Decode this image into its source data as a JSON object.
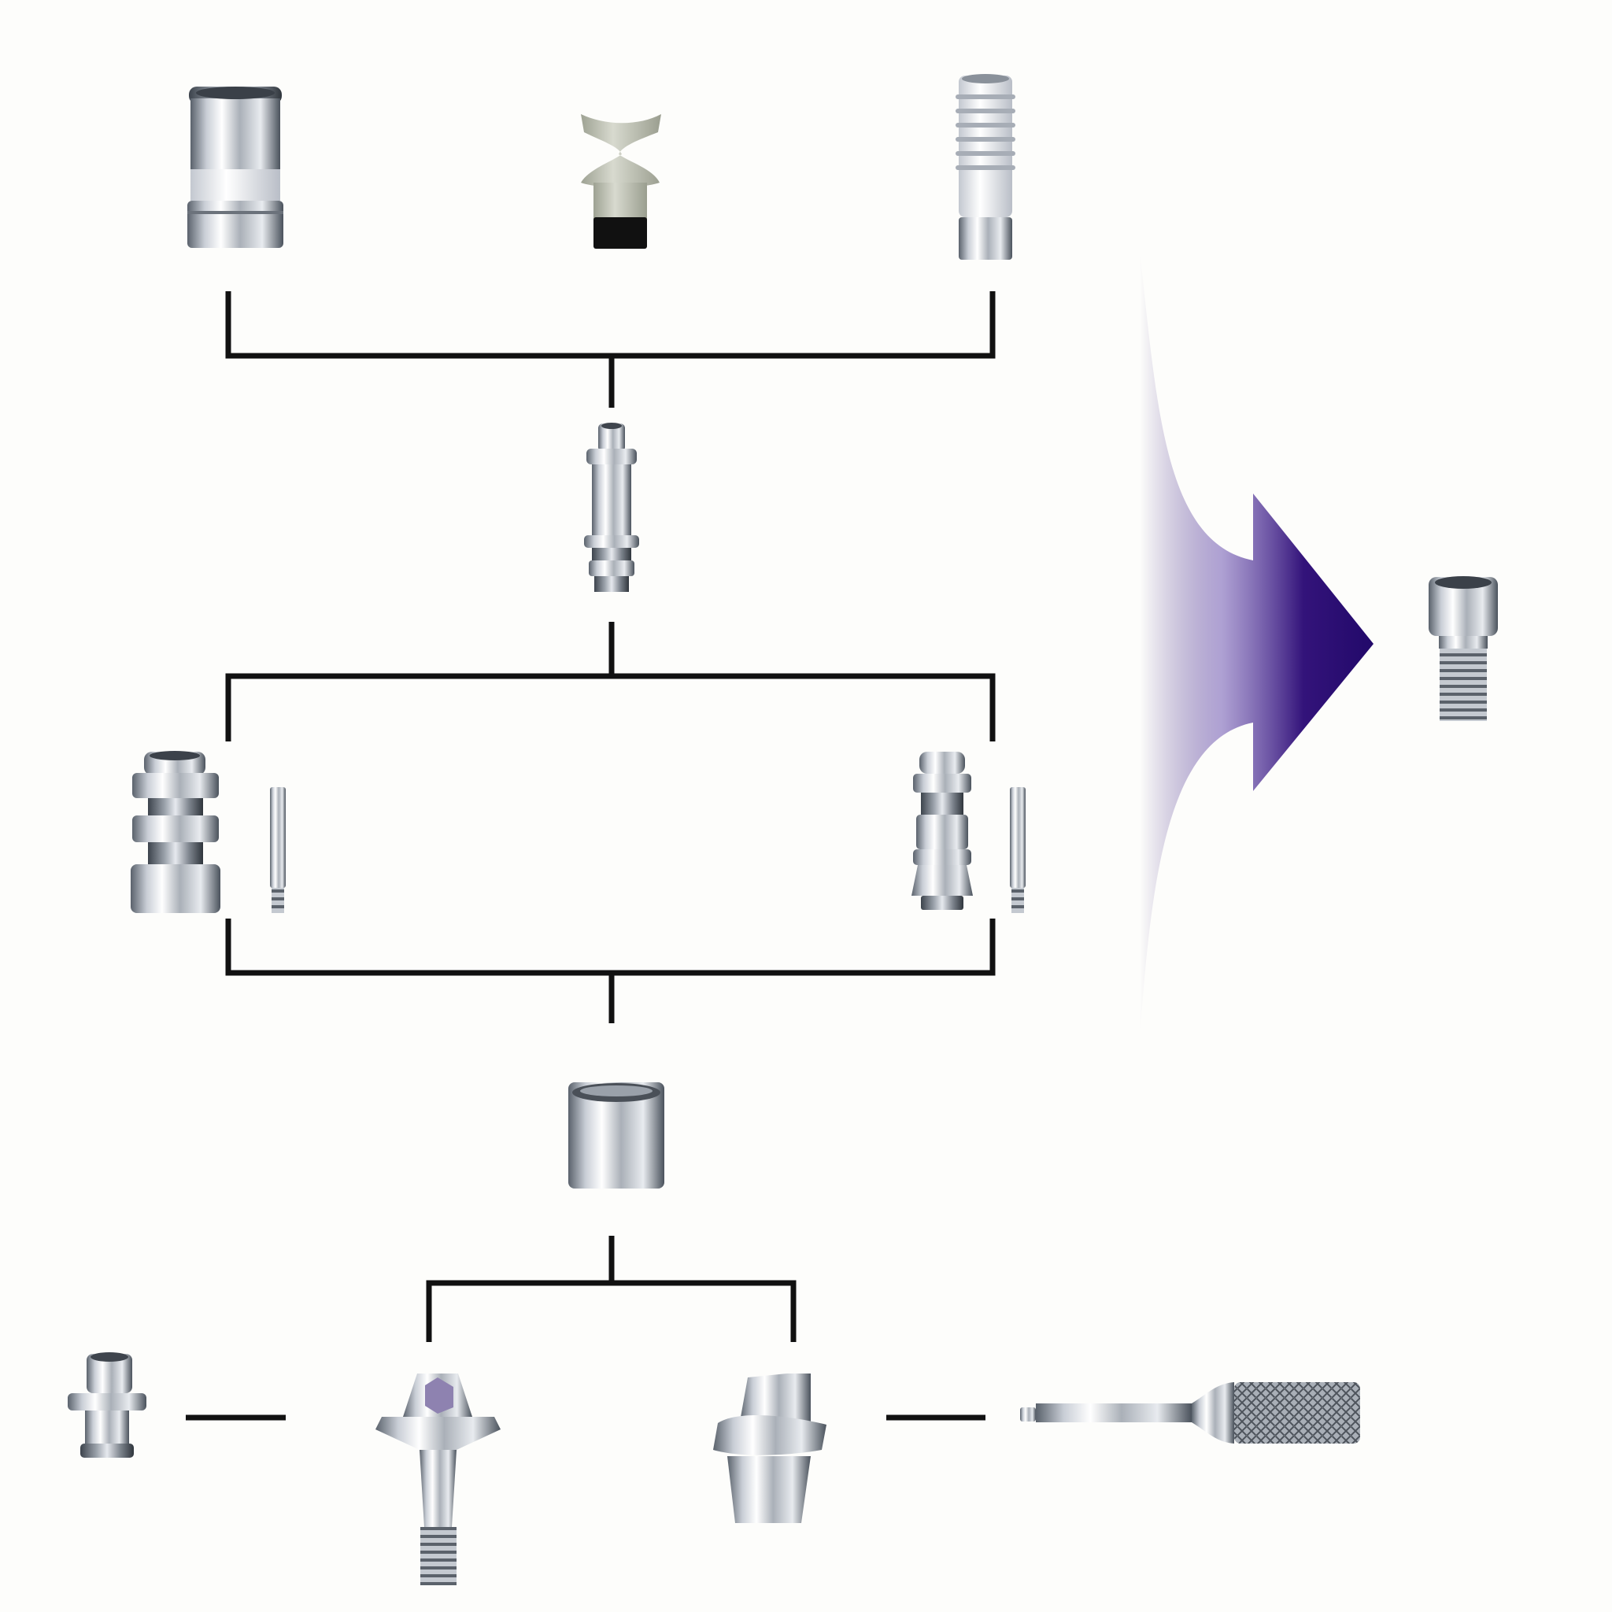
{
  "diagram": {
    "colors": {
      "background": "#fdfdfb",
      "connector": "#111111",
      "arrow": "#2a0f6e",
      "metal_light": "#f4f5f7",
      "metal_dark": "#4d5560",
      "ceramic": "#c9ccbf",
      "polymer": "#e2e6ec"
    },
    "components": [
      {
        "id": "healing-cap",
        "icon": "metal-cap-with-white-band-icon"
      },
      {
        "id": "ceramic-post",
        "icon": "ceramic-flared-post-icon"
      },
      {
        "id": "threaded-white-sleeve",
        "icon": "white-threaded-sleeve-icon"
      },
      {
        "id": "transfer-pin",
        "icon": "grooved-transfer-pin-icon"
      },
      {
        "id": "stacked-coping",
        "icon": "stacked-ring-coping-icon"
      },
      {
        "id": "guide-pin-left",
        "icon": "guide-pin-icon"
      },
      {
        "id": "impression-post",
        "icon": "impression-post-icon"
      },
      {
        "id": "guide-pin-right",
        "icon": "guide-pin-icon"
      },
      {
        "id": "cylinder-cap",
        "icon": "metal-cylinder-cap-icon"
      },
      {
        "id": "short-abutment",
        "icon": "short-abutment-icon"
      },
      {
        "id": "straight-abutment",
        "icon": "straight-abutment-with-screw-icon"
      },
      {
        "id": "angled-abutment",
        "icon": "angled-abutment-icon"
      },
      {
        "id": "knurled-driver",
        "icon": "knurled-screwdriver-icon"
      },
      {
        "id": "abutment-screw",
        "icon": "abutment-screw-icon"
      }
    ],
    "arrow": {
      "icon": "purple-curved-arrow-icon"
    }
  }
}
